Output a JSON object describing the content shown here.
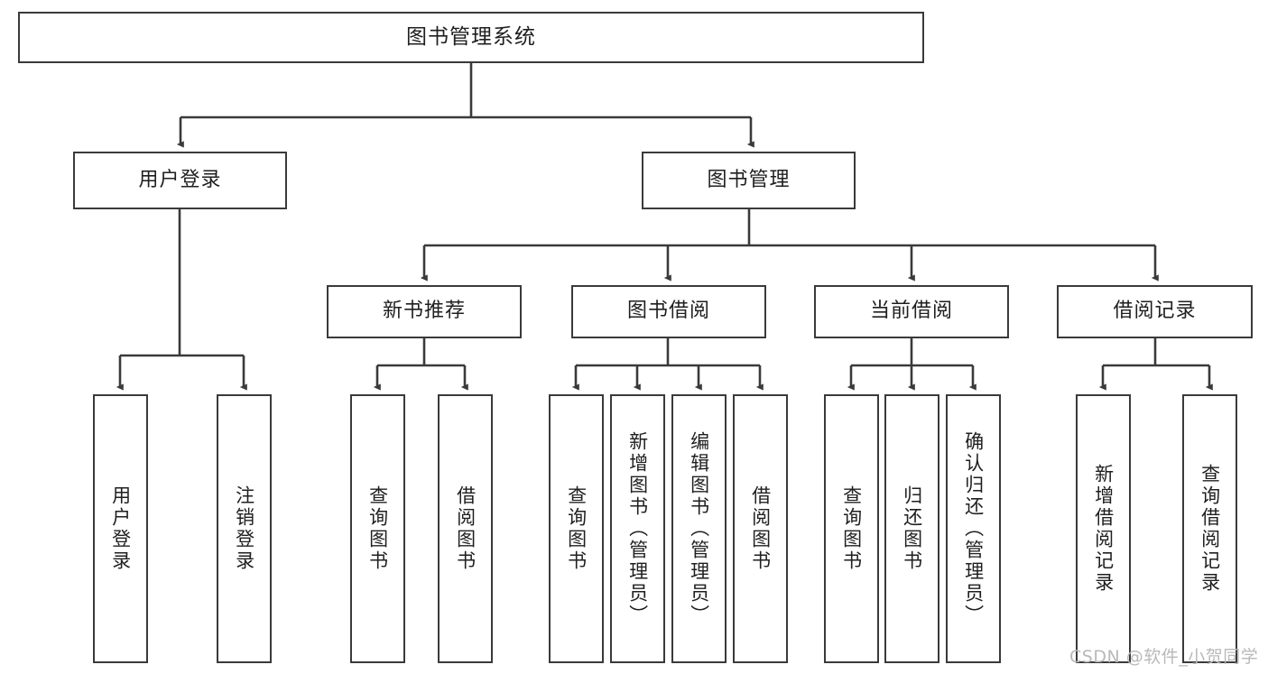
{
  "diagram": {
    "title": "图书管理系统",
    "type": "tree-hierarchy",
    "watermark": "CSDN @软件_小贺同学",
    "colors": {
      "border": "#3a3a3a",
      "background": "#ffffff",
      "text": "#1f1f1f",
      "edge": "#3a3a3a",
      "watermark": "#b9b9b9"
    },
    "root": {
      "label": "图书管理系统"
    },
    "level2": [
      {
        "label": "用户登录"
      },
      {
        "label": "图书管理"
      }
    ],
    "level3": [
      {
        "label": "新书推荐"
      },
      {
        "label": "图书借阅"
      },
      {
        "label": "当前借阅"
      },
      {
        "label": "借阅记录"
      }
    ],
    "leaves": {
      "user_login": [
        {
          "label": "用户登录"
        },
        {
          "label": "注销登录"
        }
      ],
      "new_book_recommend": [
        {
          "label": "查询图书"
        },
        {
          "label": "借阅图书"
        }
      ],
      "book_borrow": [
        {
          "label": "查询图书"
        },
        {
          "label": "新增图书（管理员）"
        },
        {
          "label": "编辑图书（管理员）"
        },
        {
          "label": "借阅图书"
        }
      ],
      "current_borrow": [
        {
          "label": "查询图书"
        },
        {
          "label": "归还图书"
        },
        {
          "label": "确认归还（管理员）"
        }
      ],
      "borrow_record": [
        {
          "label": "新增借阅记录"
        },
        {
          "label": "查询借阅记录"
        }
      ]
    }
  }
}
